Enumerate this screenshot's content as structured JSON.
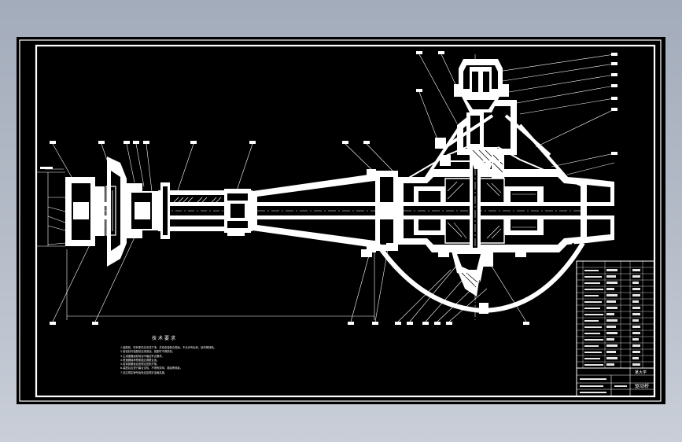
{
  "drawing": {
    "background": "#000000",
    "line_color": "#ffffff",
    "outer_bg": "#b1b8c5"
  },
  "notes": {
    "title": "技术要求",
    "lines": [
      "1.装配前，所有零件应清洗干净，并检查各配合表面，不允许有毛刺、划伤等缺陷。",
      "2.各密封件装配前应浸透油，装配时不得损伤。",
      "3.主减速器齿轮啮合印痕应符合要求。",
      "4.差速器轴承预紧度应调整合适。",
      "5.各紧固螺栓应按规定扭矩拧紧。",
      "6.装配后应进行磨合试验，不得有异响、漏油等现象。",
      "7.加注规定牌号齿轮油至规定油面高度。"
    ]
  },
  "title_block": {
    "school": "某大学",
    "drawing_name": "驱动桥"
  }
}
